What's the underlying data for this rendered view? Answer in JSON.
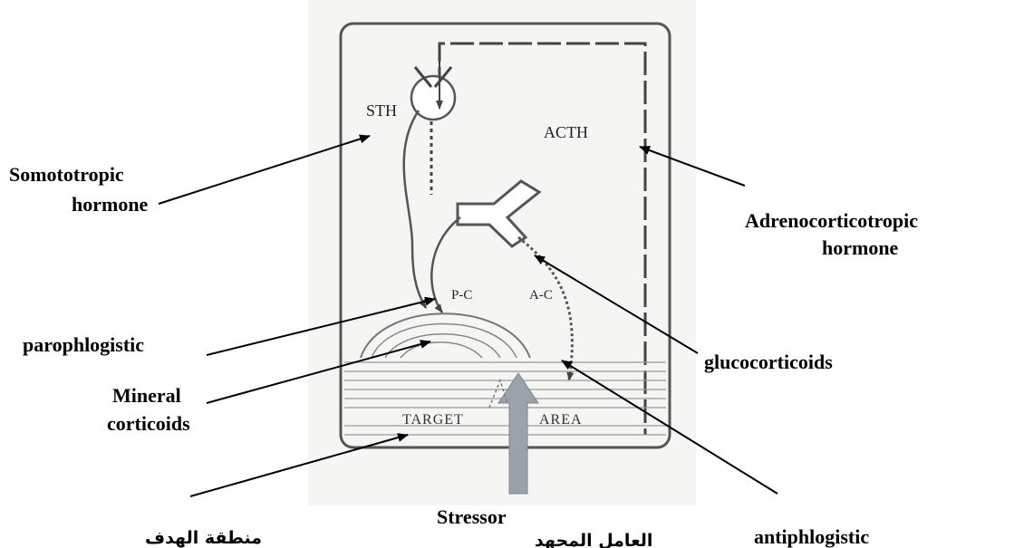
{
  "diagram": {
    "inner_labels": {
      "sth": "STH",
      "acth": "ACTH",
      "pc": "P-C",
      "ac": "A-C",
      "target": "TARGET",
      "area": "AREA"
    },
    "callouts": {
      "somototropic_1": "Somototropic",
      "somototropic_2": "hormone",
      "adreno_1": "Adrenocorticotropic",
      "adreno_2": "hormone",
      "parophlogistic": "parophlogistic",
      "mineral_1": "Mineral",
      "mineral_2": "corticoids",
      "glucocorticoids": "glucocorticoids",
      "antiphlogistic": "antiphlogistic",
      "target_area_ar": "منطقة الهدف",
      "stressor": "Stressor",
      "stressor_ar": "العامل المجهد"
    }
  }
}
